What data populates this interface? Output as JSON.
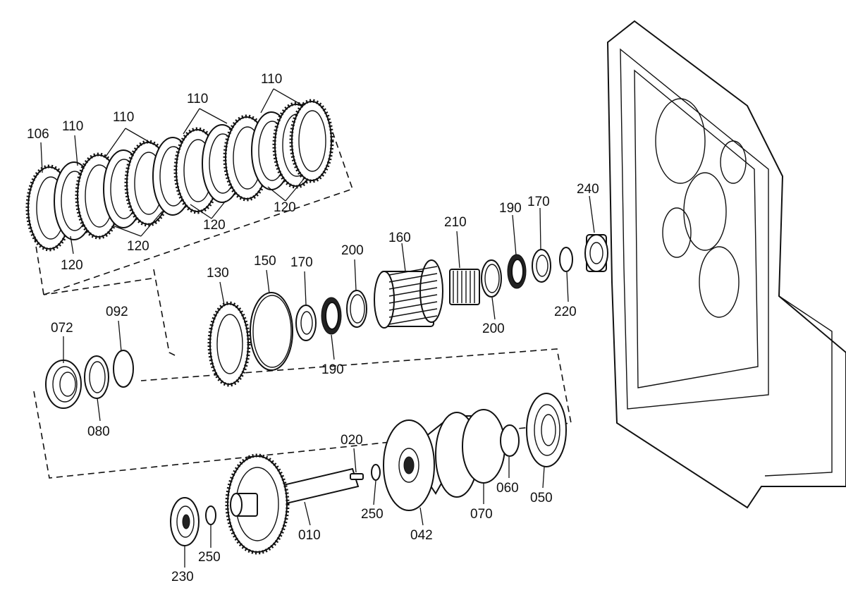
{
  "callouts": {
    "c106": "106",
    "c110a": "110",
    "c110b": "110",
    "c110c": "110",
    "c110d": "110",
    "c120a": "120",
    "c120b": "120",
    "c120c": "120",
    "c120d": "120",
    "c072": "072",
    "c092": "092",
    "c080": "080",
    "c130": "130",
    "c150": "150",
    "c170a": "170",
    "c190a": "190",
    "c200a": "200",
    "c160": "160",
    "c210": "210",
    "c200b": "200",
    "c190b": "190",
    "c170b": "170",
    "c220": "220",
    "c240": "240",
    "c020": "020",
    "c250a": "250",
    "c042": "042",
    "c070": "070",
    "c060": "060",
    "c050": "050",
    "c010": "010",
    "c250b": "250",
    "c230": "230"
  },
  "colors": {
    "line": "#111111",
    "background": "#ffffff"
  }
}
